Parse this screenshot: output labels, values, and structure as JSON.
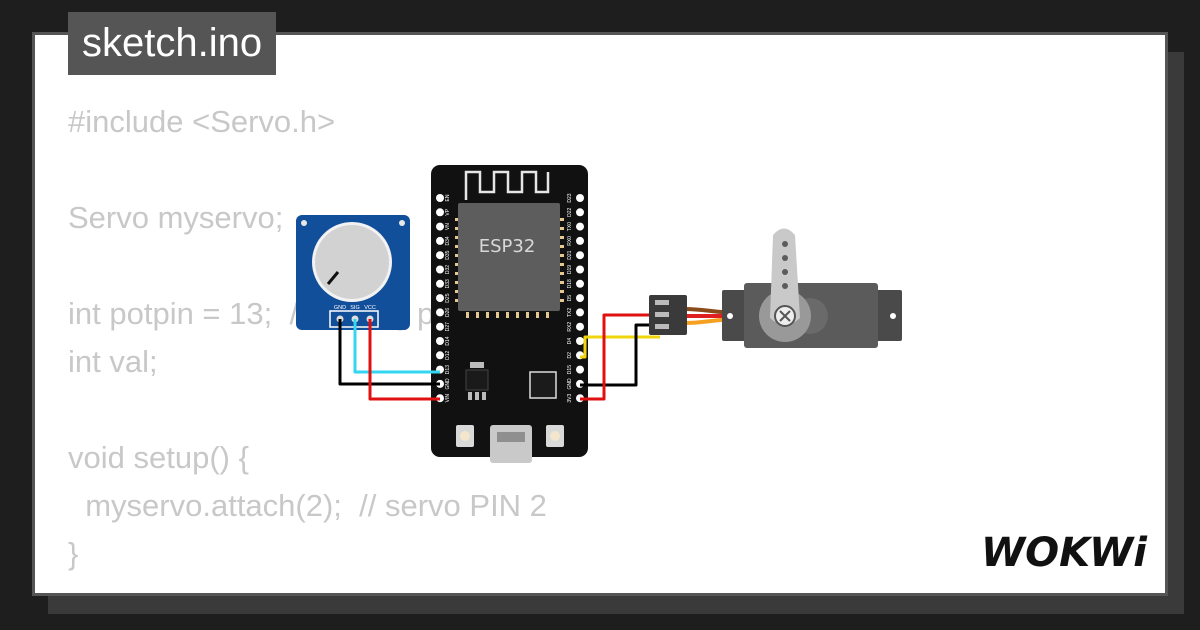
{
  "tab": {
    "filename": "sketch.ino"
  },
  "code": {
    "lines": [
      "#include <Servo.h>",
      "",
      "Servo myservo;",
      "",
      "int potpin = 13;  // analog pin PIN",
      "int val;",
      "",
      "void setup() {",
      "  myservo.attach(2);  // servo PIN 2",
      "}"
    ]
  },
  "esp32": {
    "chip_label": "ESP32",
    "left_pins": [
      "EN",
      "VP",
      "VN",
      "D34",
      "D35",
      "D32",
      "D33",
      "D25",
      "D26",
      "D27",
      "D14",
      "D12",
      "D13",
      "GND",
      "VIN"
    ],
    "right_pins": [
      "D23",
      "D22",
      "TX0",
      "RX0",
      "D21",
      "D19",
      "D18",
      "D5",
      "TX2",
      "RX2",
      "D4",
      "D2",
      "D15",
      "GND",
      "3V3"
    ]
  },
  "potentiometer": {
    "pins": [
      "GND",
      "SIG",
      "VCC"
    ]
  },
  "servo": {},
  "wires": {
    "colors": {
      "signal": "#33d6f0",
      "ground": "#000000",
      "power": "#e01010",
      "pwm": "#f2d40d",
      "servo_brown": "#8b4a1a",
      "servo_red": "#e02020",
      "servo_orange": "#f5a020"
    }
  },
  "brand": {
    "logo": "WOKWi"
  }
}
